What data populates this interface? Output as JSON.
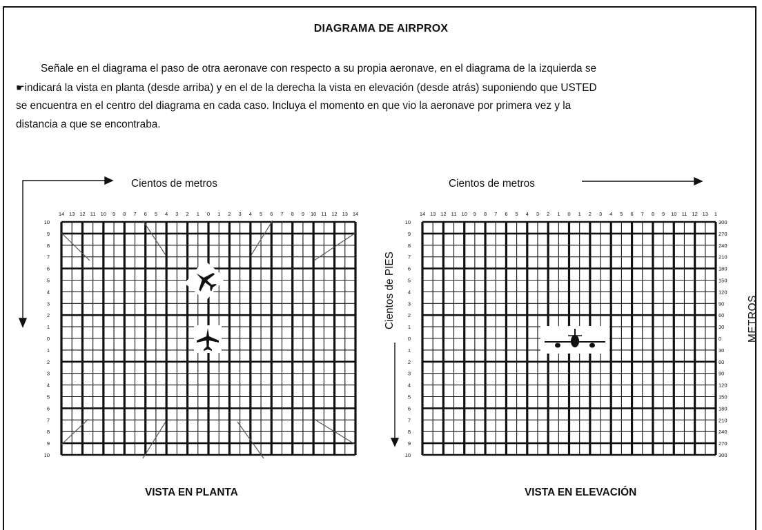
{
  "title": "DIAGRAMA DE AIRPROX",
  "instructions": {
    "line1": "Señale en el diagrama el paso de otra aeronave con respecto a su propia aeronave, en el diagrama de la izquierda   se",
    "line2": "indicará la vista en planta (desde arriba) y en el de la derecha la vista en elevación (desde atrás) suponiendo que USTED",
    "line3": "se encuentra en el centro del diagrama en cada caso. Incluya el momento en que vio la aeronave  por primera vez y la",
    "line4": "distancia a que se encontraba.",
    "pointer_icon": "pointing-hand-icon"
  },
  "left_diagram": {
    "top_label": "Cientos de metros",
    "bottom_label": "VISTA EN PLANTA",
    "top_ticks": [
      "14",
      "13",
      "12",
      "11",
      "10",
      "9",
      "8",
      "7",
      "6",
      "5",
      "4",
      "3",
      "2",
      "1",
      "0",
      "1",
      "2",
      "3",
      "4",
      "5",
      "6",
      "7",
      "8",
      "9",
      "10",
      "11",
      "12",
      "13",
      "14"
    ],
    "left_ticks": [
      "10",
      "9",
      "8",
      "7",
      "6",
      "5",
      "4",
      "3",
      "2",
      "1",
      "0",
      "1",
      "2",
      "3",
      "4",
      "5",
      "6",
      "7",
      "8",
      "9",
      "10"
    ],
    "icons": [
      "intruder-aircraft-icon",
      "own-aircraft-top-view-icon"
    ]
  },
  "right_diagram": {
    "top_label": "Cientos de metros",
    "left_label": "Cientos de PIES",
    "right_label": "METROS",
    "bottom_label": "VISTA EN ELEVACIÓN",
    "top_ticks": [
      "14",
      "13",
      "12",
      "11",
      "10",
      "9",
      "8",
      "7",
      "6",
      "5",
      "4",
      "3",
      "2",
      "1",
      "0",
      "1",
      "2",
      "3",
      "4",
      "5",
      "6",
      "7",
      "8",
      "9",
      "10",
      "11",
      "12",
      "13",
      "1"
    ],
    "left_ticks": [
      "10",
      "9",
      "8",
      "7",
      "6",
      "5",
      "4",
      "3",
      "2",
      "1",
      "0",
      "1",
      "2",
      "3",
      "4",
      "5",
      "6",
      "7",
      "8",
      "9",
      "10"
    ],
    "right_ticks": [
      "300",
      "270",
      "240",
      "210",
      "180",
      "150",
      "120",
      "90",
      "60",
      "30",
      "0",
      "30",
      "60",
      "90",
      "120",
      "150",
      "180",
      "210",
      "240",
      "270",
      "300"
    ],
    "icons": [
      "own-aircraft-rear-view-icon"
    ]
  }
}
